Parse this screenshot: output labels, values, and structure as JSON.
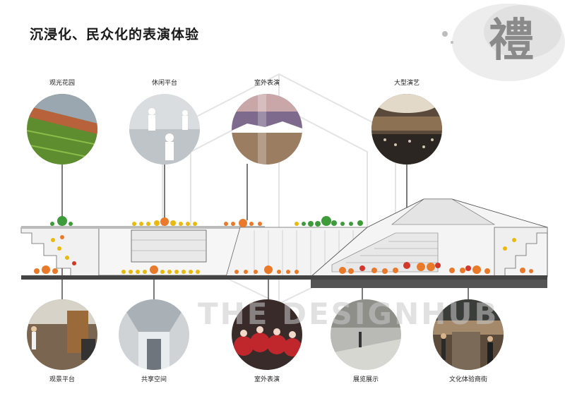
{
  "title": "沉浸化、民众化的表演体验",
  "corner_char": "禮",
  "watermark": "THE DESIGNHUB",
  "top_items": [
    {
      "label": "观光花园"
    },
    {
      "label": "休闲平台"
    },
    {
      "label": "室外表演"
    },
    {
      "label": "大型演艺"
    }
  ],
  "bottom_items": [
    {
      "label": "观景平台"
    },
    {
      "label": "共享空间"
    },
    {
      "label": "室外表演"
    },
    {
      "label": "展览展示"
    },
    {
      "label": "文化体验商街"
    }
  ],
  "colors": {
    "green": "#3e9b3a",
    "yellow": "#e8b90e",
    "orange": "#e87a2a",
    "red": "#d2382a"
  }
}
